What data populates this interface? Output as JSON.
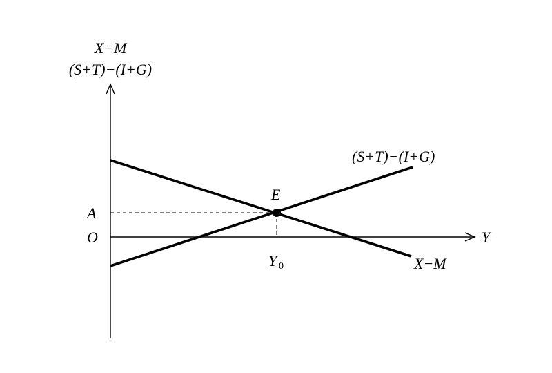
{
  "diagram": {
    "y_axis_label_line1": "X−M",
    "y_axis_label_line2": "(S+T)−(I+G)",
    "x_axis_label": "Y",
    "origin_label": "O",
    "level_label": "A",
    "equilibrium_label": "E",
    "income_label_main": "Y",
    "income_label_sub": "0",
    "rising_line_label": "(S+T)−(I+G)",
    "falling_line_label": "X−M"
  }
}
